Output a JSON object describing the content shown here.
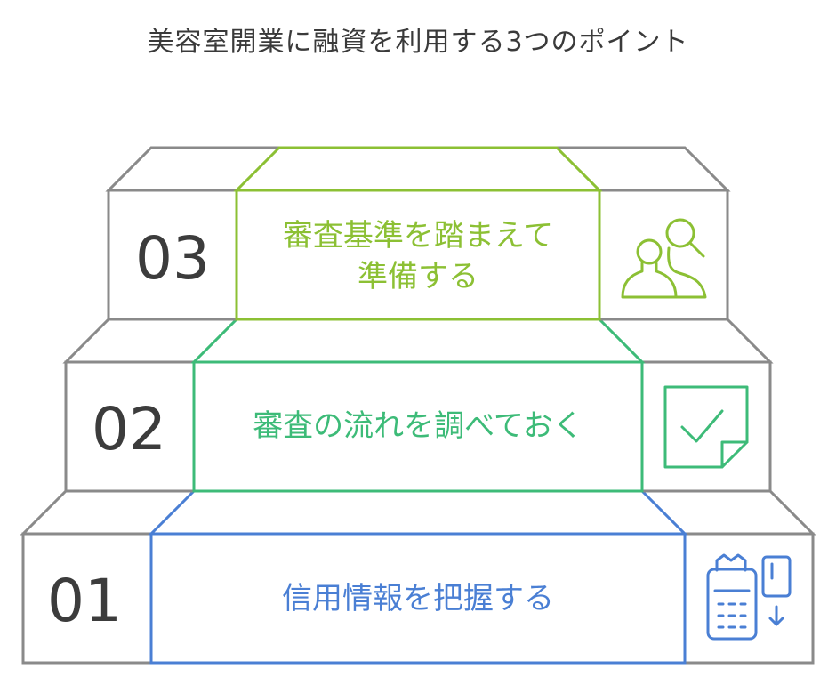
{
  "title": "美容室開業に融資を利用する3つのポイント",
  "steps": [
    {
      "number": "01",
      "label_lines": [
        "信用情報を把握する"
      ],
      "icon": "payment-terminal-icon",
      "color": "#4a7fd4"
    },
    {
      "number": "02",
      "label_lines": [
        "審査の流れを調べておく"
      ],
      "icon": "checklist-note-icon",
      "color": "#3dbb78"
    },
    {
      "number": "03",
      "label_lines": [
        "審査基準を踏まえて",
        "準備する"
      ],
      "icon": "people-search-icon",
      "color": "#8cc034"
    }
  ],
  "colors": {
    "outline": "#8a8a8a",
    "text": "#3a3a3a"
  }
}
